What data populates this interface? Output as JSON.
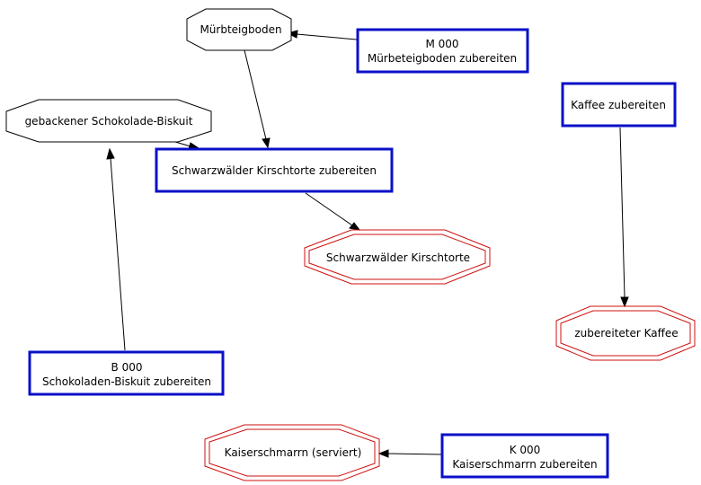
{
  "diagram": {
    "nodes": {
      "muerbeteigboden": {
        "label": "Mürbteigboden"
      },
      "m000": {
        "line1": "M 000",
        "line2": "Mürbeteigboden zubereiten"
      },
      "biskuit": {
        "label": "gebackener Schokolade-Biskuit"
      },
      "torte_task": {
        "label": "Schwarzwälder Kirschtorte zubereiten"
      },
      "torte": {
        "label": "Schwarzwälder Kirschtorte"
      },
      "kaffee_task": {
        "label": "Kaffee zubereiten"
      },
      "kaffee": {
        "label": "zubereiteter Kaffee"
      },
      "b000": {
        "line1": "B 000",
        "line2": "Schokoladen-Biskuit zubereiten"
      },
      "kaiserschmarrn": {
        "label": "Kaiserschmarrn (serviert)"
      },
      "k000": {
        "line1": "K 000",
        "line2": "Kaiserschmarrn zubereiten"
      }
    },
    "colors": {
      "task_border": "#0a10c8",
      "goal_border": "#d01010",
      "resource_border": "#000000"
    }
  }
}
